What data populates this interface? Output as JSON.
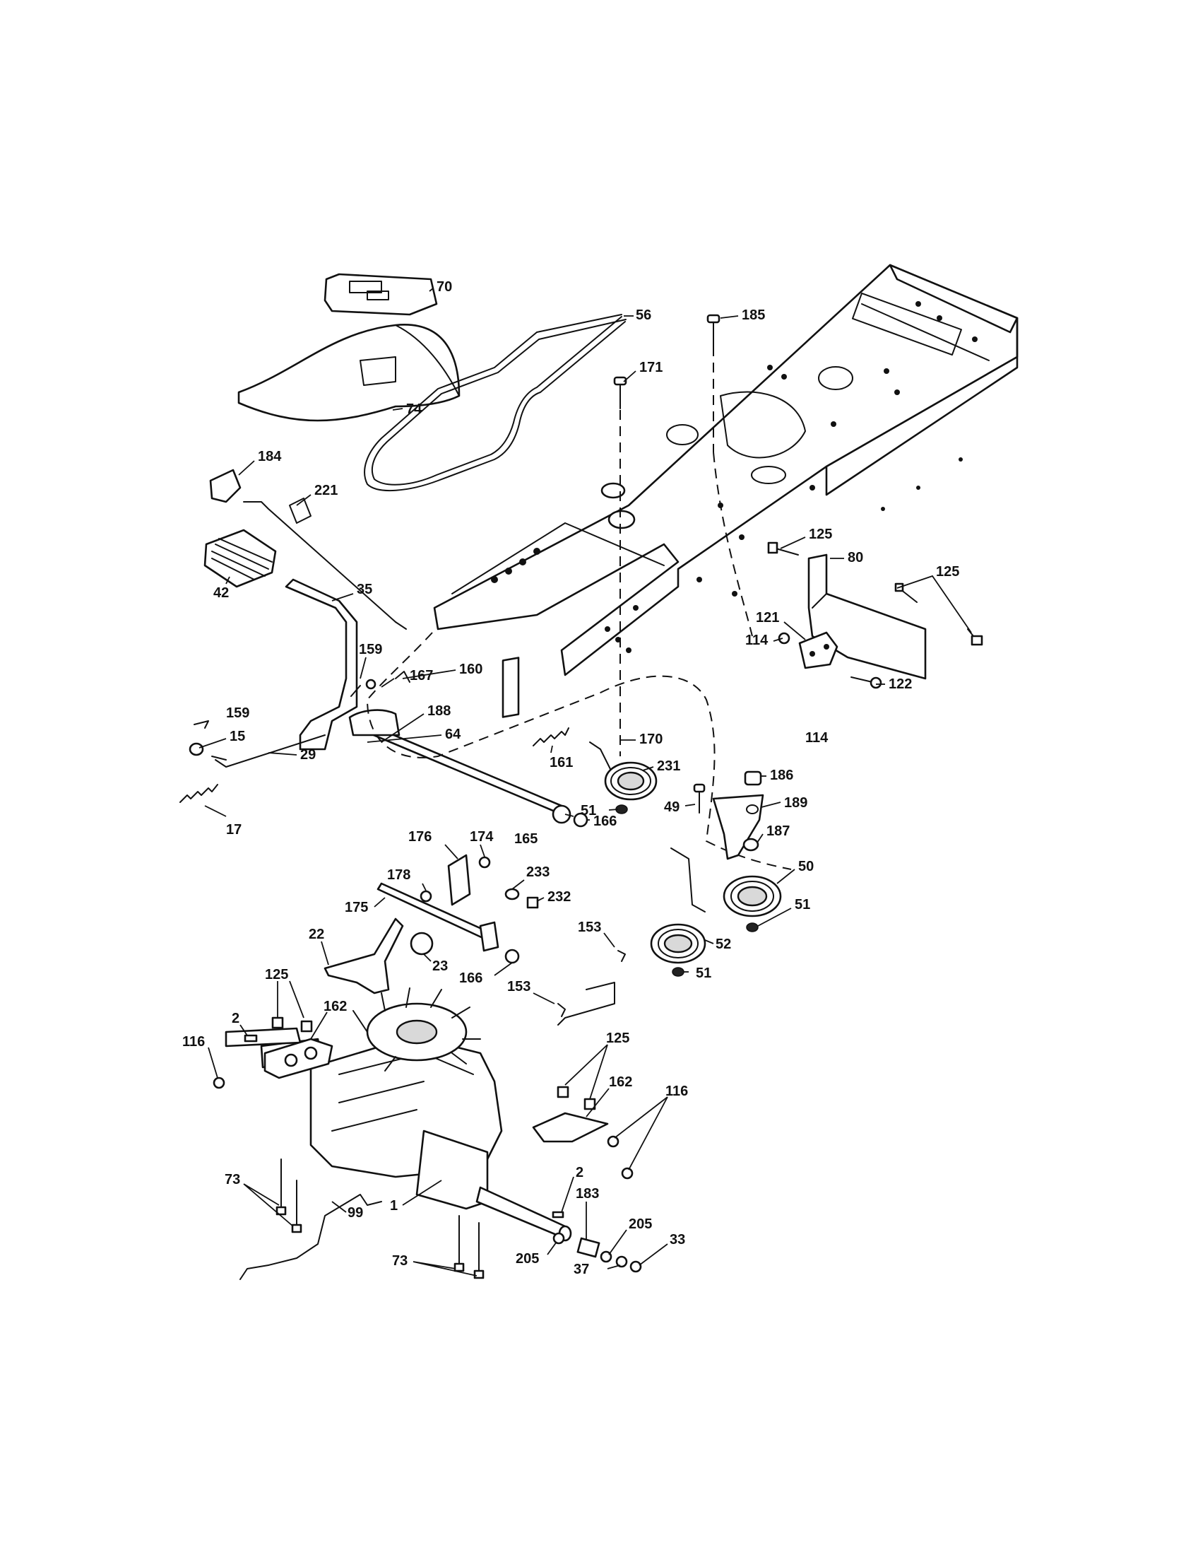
{
  "callouts": {
    "c70": "70",
    "c56": "56",
    "c185": "185",
    "c171": "171",
    "c74": "74",
    "c184": "184",
    "c221": "221",
    "c42": "42",
    "c35": "35",
    "c125a": "125",
    "c80": "80",
    "c125b": "125",
    "c121": "121",
    "c114a": "114",
    "c122": "122",
    "c114b": "114",
    "c159a": "159",
    "c167": "167",
    "c160": "160",
    "c188": "188",
    "c64": "64",
    "c159b": "159",
    "c15": "15",
    "c29": "29",
    "c17": "17",
    "c170": "170",
    "c231": "231",
    "c161": "161",
    "c51a": "51",
    "c186": "186",
    "c49": "49",
    "c189": "189",
    "c187": "187",
    "c174": "174",
    "c176": "176",
    "c165": "165",
    "c166a": "166",
    "c178": "178",
    "c233": "233",
    "c232": "232",
    "c175": "175",
    "c50": "50",
    "c51b": "51",
    "c22": "22",
    "c23": "23",
    "c166b": "166",
    "c153a": "153",
    "c52": "52",
    "c51c": "51",
    "c125c": "125",
    "c2a": "2",
    "c162a": "162",
    "c116a": "116",
    "c153b": "153",
    "c125d": "125",
    "c162b": "162",
    "c116b": "116",
    "c73a": "73",
    "c99": "99",
    "c1": "1",
    "c2b": "2",
    "c183": "183",
    "c205a": "205",
    "c205b": "205",
    "c33": "33",
    "c37": "37",
    "c73b": "73"
  },
  "colors": {
    "line": "#111111",
    "paper": "#ffffff"
  }
}
